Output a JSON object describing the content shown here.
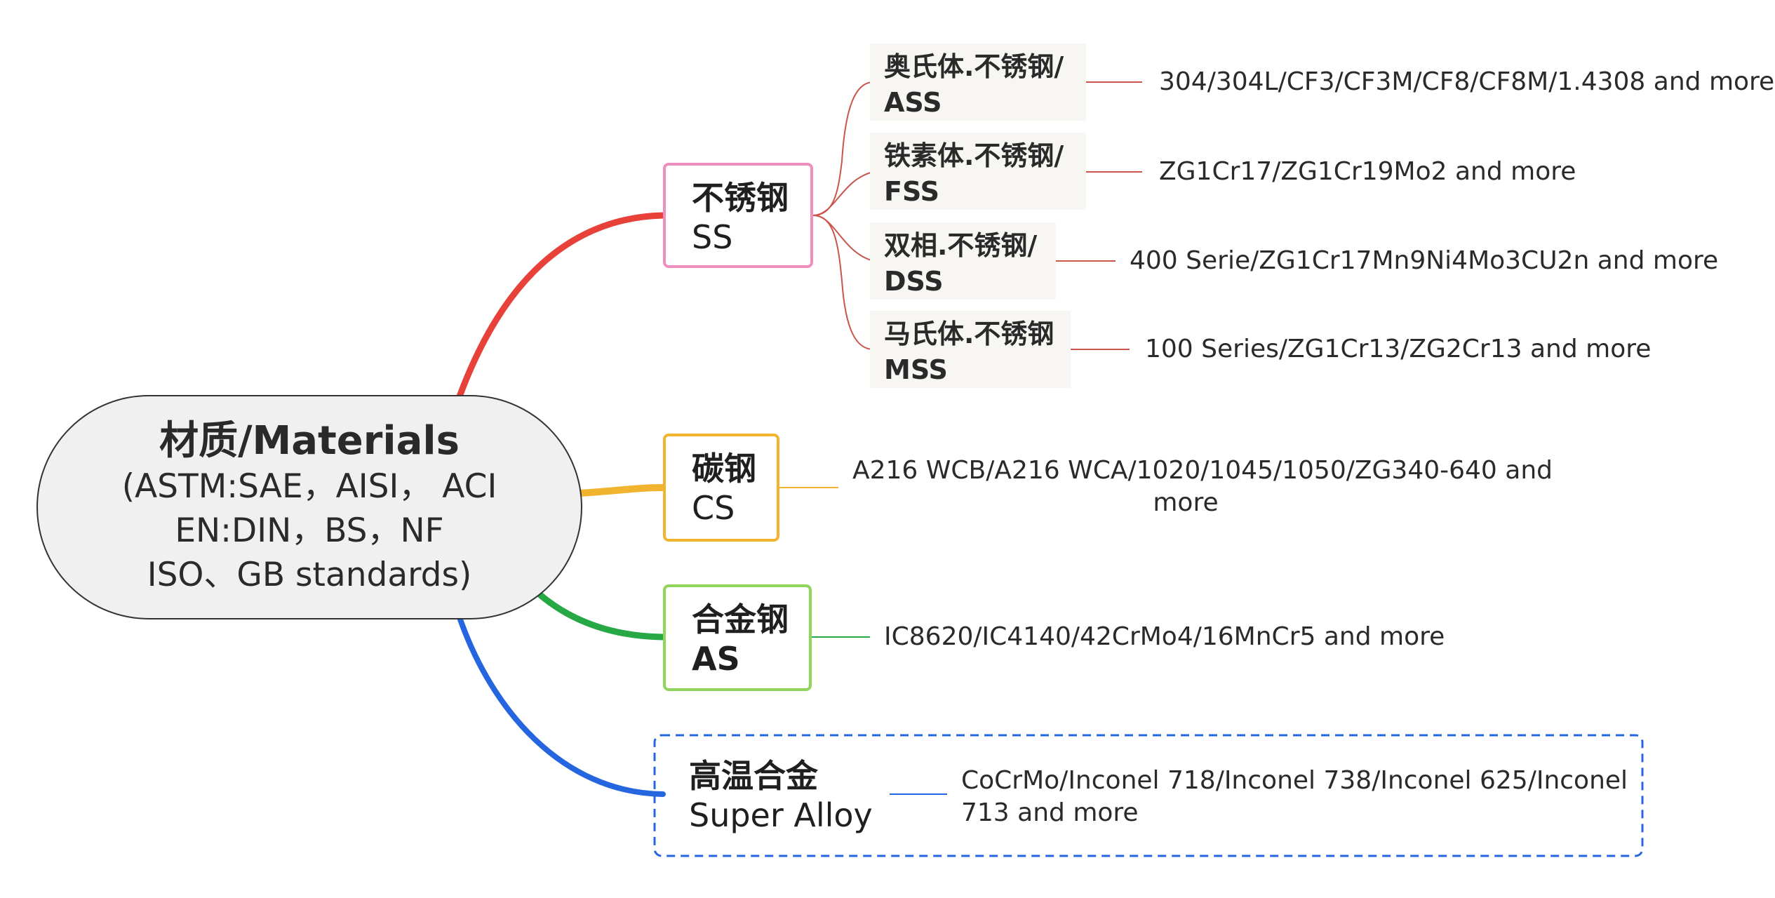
{
  "root": {
    "title": "材质/Materials",
    "subtitle_lines": [
      "(ASTM:SAE，AISI， ACI",
      "EN:DIN，BS，NF",
      "ISO、GB standards)"
    ]
  },
  "branches": [
    {
      "zh": "不锈钢",
      "en": "SS",
      "color": "#e8413a",
      "border": "#ee8fbf",
      "children": [
        {
          "zh": "奥氏体.不锈钢/",
          "en": "ASS",
          "leaf": "304/304L/CF3/CF3M/CF8/CF8M/1.4308 and more"
        },
        {
          "zh": "铁素体.不锈钢/",
          "en": "FSS",
          "leaf": "ZG1Cr17/ZG1Cr19Mo2 and more"
        },
        {
          "zh": "双相.不锈钢/",
          "en": "DSS",
          "leaf": "400 Serie/ZG1Cr17Mn9Ni4Mo3CU2n and more"
        },
        {
          "zh": "马氏体.不锈钢",
          "en": "MSS",
          "leaf": "100 Series/ZG1Cr13/ZG2Cr13 and more"
        }
      ]
    },
    {
      "zh": "碳钢",
      "en": "CS",
      "color": "#f2b32f",
      "border": "#f2b32f",
      "leaf_lines": [
        "A216 WCB/A216 WCA/1020/1045/1050/ZG340-640 and",
        "more"
      ]
    },
    {
      "zh": "合金钢",
      "en": "AS",
      "color": "#26a845",
      "border": "#8fd45b",
      "leaf": "IC8620/IC4140/42CrMo4/16MnCr5 and more"
    },
    {
      "zh": "高温合金",
      "en": "Super Alloy",
      "color": "#2566e0",
      "border": "#2566e0",
      "leaf_lines": [
        "CoCrMo/Inconel 718/Inconel 738/Inconel 625/Inconel",
        "713 and more"
      ]
    }
  ],
  "colors": {
    "ss_sub_line": "#c9554d"
  }
}
